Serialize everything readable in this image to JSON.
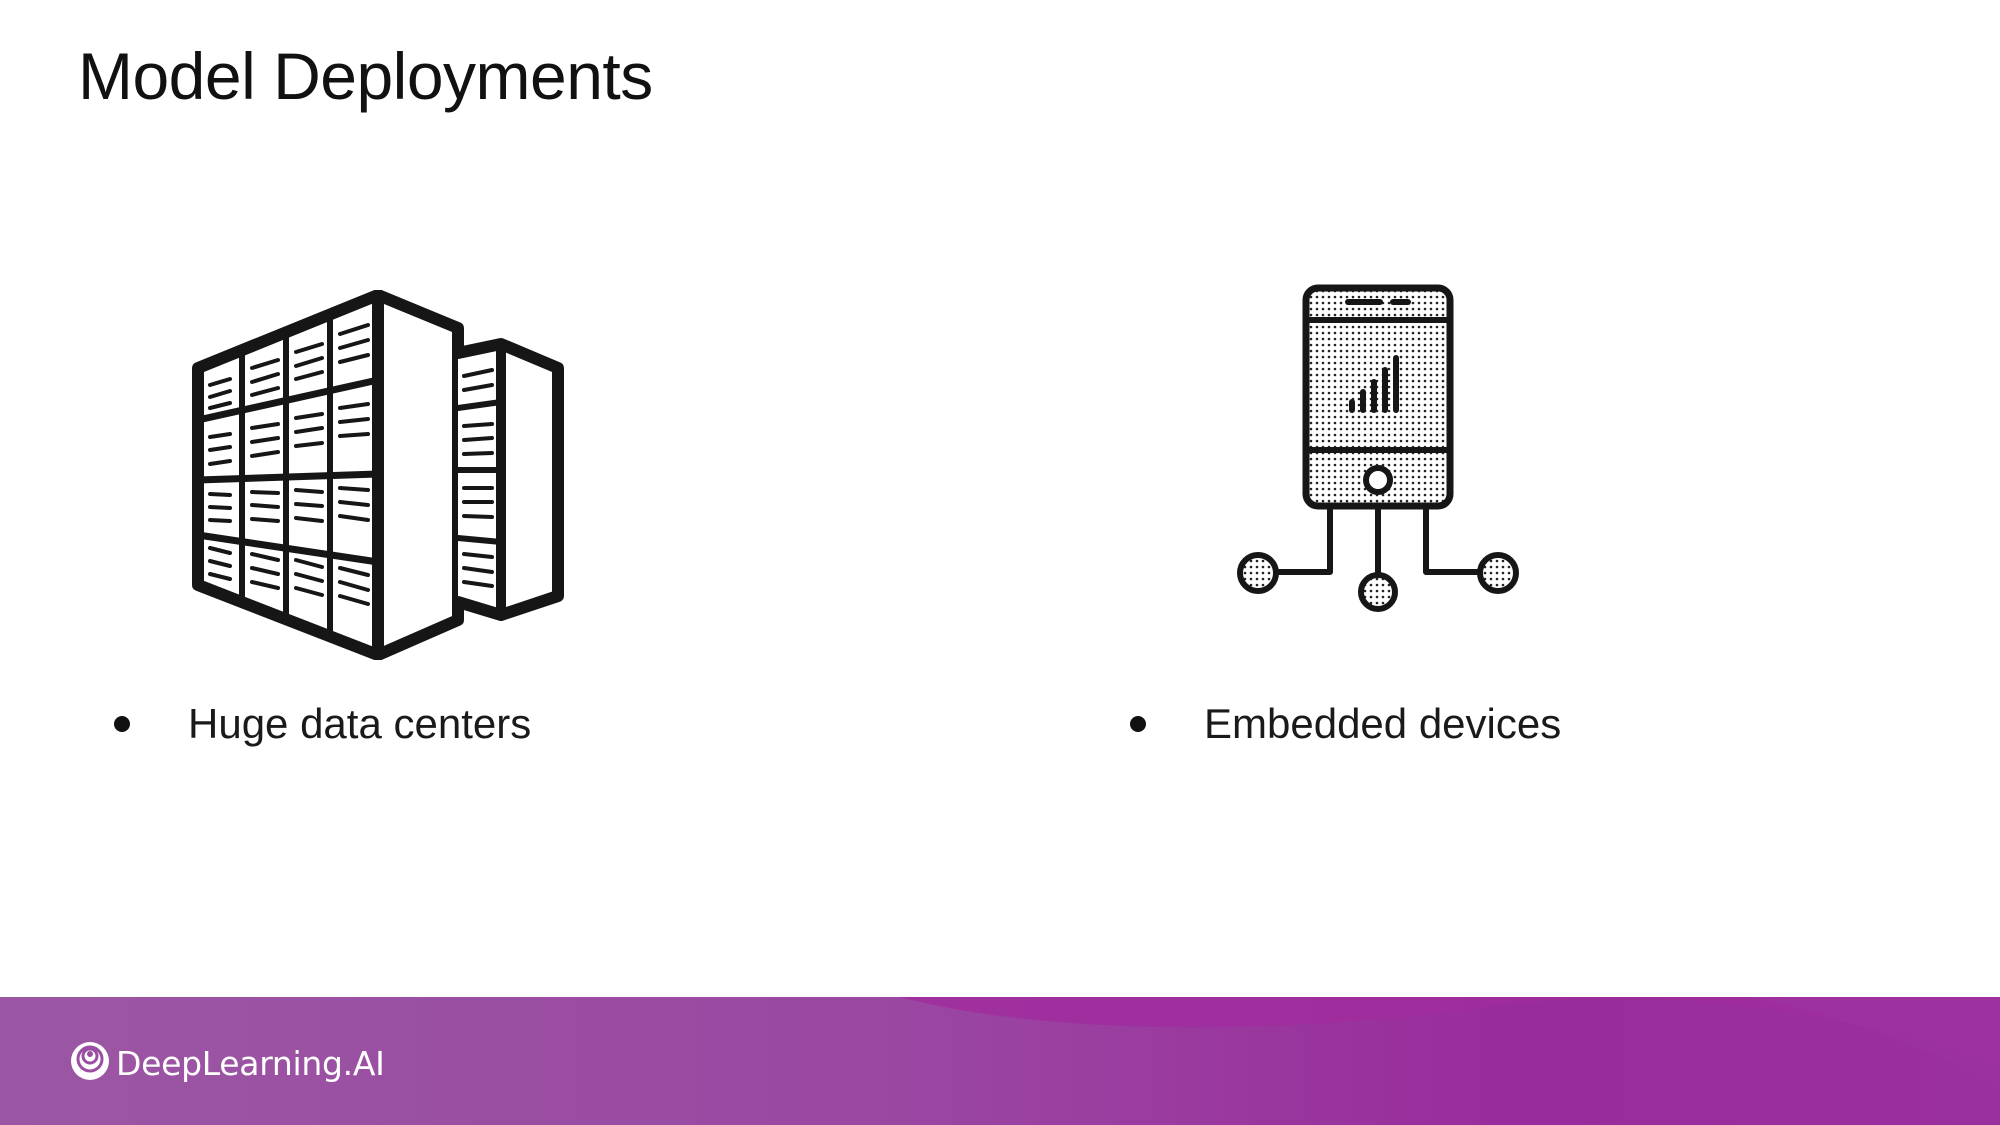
{
  "slide": {
    "title": "Model Deployments"
  },
  "items": [
    {
      "label": "Huge data centers",
      "icon": "data-center-building-icon"
    },
    {
      "label": "Embedded devices",
      "icon": "embedded-device-icon"
    }
  ],
  "footer": {
    "brand_name": "DeepLearning.AI",
    "brand_icon": "deeplearning-logo-icon"
  },
  "colors": {
    "footer_gradient_start": "#9b57a3",
    "footer_gradient_end": "#9a2f9e",
    "text": "#111111"
  }
}
